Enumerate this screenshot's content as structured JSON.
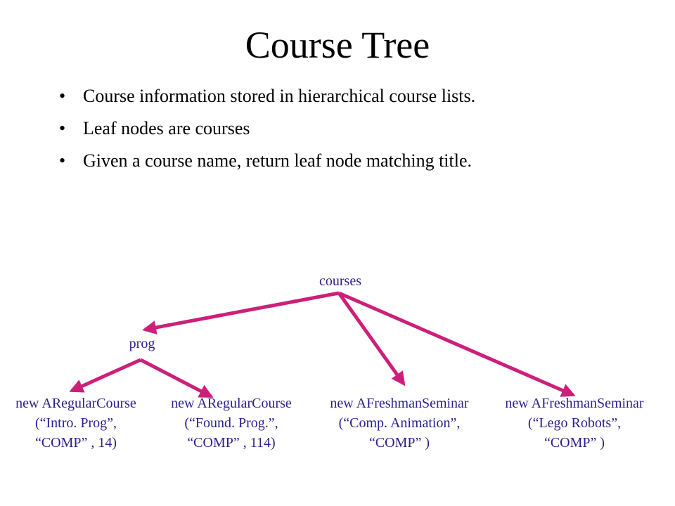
{
  "slide": {
    "title": "Course Tree",
    "bullets": [
      "Course information stored in hierarchical course lists.",
      "Leaf nodes are courses",
      "Given a course name, return leaf node matching title."
    ],
    "bullet_glyph": "•"
  },
  "tree": {
    "root": "courses",
    "child": "prog",
    "leaves": [
      {
        "line1": "new ARegularCourse",
        "line2": "(“Intro. Prog”,",
        "line3": "“COMP” , 14)"
      },
      {
        "line1": "new ARegularCourse",
        "line2": "(“Found. Prog.”,",
        "line3": "“COMP” , 114)"
      },
      {
        "line1": "new AFreshmanSeminar",
        "line2": "(“Comp. Animation”,",
        "line3": "“COMP” )"
      },
      {
        "line1": "new AFreshmanSeminar",
        "line2": "(“Lego Robots”,",
        "line3": "“COMP” )"
      }
    ],
    "colors": {
      "edge": "#cc1f7a",
      "label": "#2a1f8f"
    }
  }
}
